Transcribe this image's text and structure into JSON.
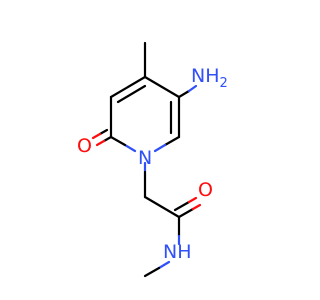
{
  "molecule": {
    "atoms": {
      "nh2": {
        "text": "NH",
        "sub": "2",
        "color": "#3050F8"
      },
      "n_ring": {
        "text": "N",
        "color": "#3050F8"
      },
      "o_ring": {
        "text": "O",
        "color": "#FF0D0D"
      },
      "o_amide": {
        "text": "O",
        "color": "#FF0D0D"
      },
      "nh_amide": {
        "text": "NH",
        "color": "#3050F8"
      }
    }
  }
}
